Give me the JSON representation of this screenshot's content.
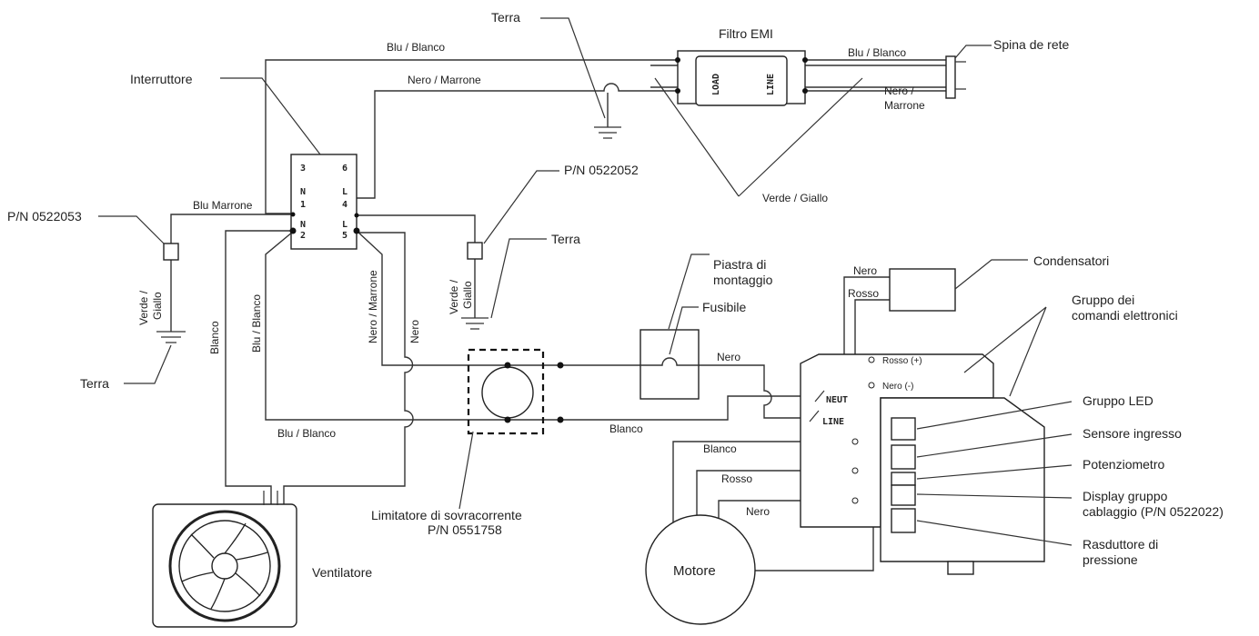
{
  "labels": {
    "terra_top": "Terra",
    "filtro_emi": "Filtro EMI",
    "load": "LOAD",
    "line": "LINE",
    "spina_de_rete": "Spina de rete",
    "blu_bianco_top": "Blu / Blanco",
    "nero_marrone_top": "Nero / Marrone",
    "blu_bianco_plug": "Blu / Blanco",
    "nero_plug_1": "Nero /",
    "nero_plug_2": "Marrone",
    "interruttore": "Interruttore",
    "verde_giallo_filter": "Verde / Giallo",
    "pn_0522052": "P/N 0522052",
    "pn_0522053": "P/N 0522053",
    "blu_marrone": "Blu Marrone",
    "terra_mid": "Terra",
    "terra_left": "Terra",
    "verde_left_1": "Verde /",
    "verde_left_2": "Giallo",
    "verde_mid_1": "Verde /",
    "verde_mid_2": "Giallo",
    "blanco_vert": "Blanco",
    "blu_blanco_vert": "Blu / Blanco",
    "nero_marrone_vert": "Nero / Marrone",
    "nero_vert": "Nero",
    "blu_blanco_bottom": "Blu / Blanco",
    "piastra_1": "Piastra di",
    "piastra_2": "montaggio",
    "fusibile": "Fusibile",
    "nero_fuse": "Nero",
    "blanco_mid": "Blanco",
    "condensatori": "Condensatori",
    "nero_cap": "Nero",
    "rosso_cap": "Rosso",
    "gruppo_1": "Gruppo dei",
    "gruppo_2": "comandi elettronici",
    "rosso_plus": "Rosso (+)",
    "nero_minus": "Nero (-)",
    "neut": "NEUT",
    "line_term": "LINE",
    "gruppo_led": "Gruppo LED",
    "sensore_ingresso": "Sensore ingresso",
    "potenziometro": "Potenziometro",
    "display_1": "Display gruppo",
    "display_2": "cablaggio (P/N 0522022)",
    "rasduttore_1": "Rasduttore di",
    "rasduttore_2": "pressione",
    "blanco_motor": "Blanco",
    "rosso_motor": "Rosso",
    "nero_motor": "Nero",
    "motore": "Motore",
    "limitatore_1": "Limitatore di sovracorrente",
    "limitatore_2": "P/N 0551758",
    "ventilatore": "Ventilatore",
    "switch_3": "3",
    "switch_6": "6",
    "switch_n": "N",
    "switch_l": "L",
    "switch_1": "1",
    "switch_4": "4",
    "switch_2": "2",
    "switch_5": "5"
  }
}
